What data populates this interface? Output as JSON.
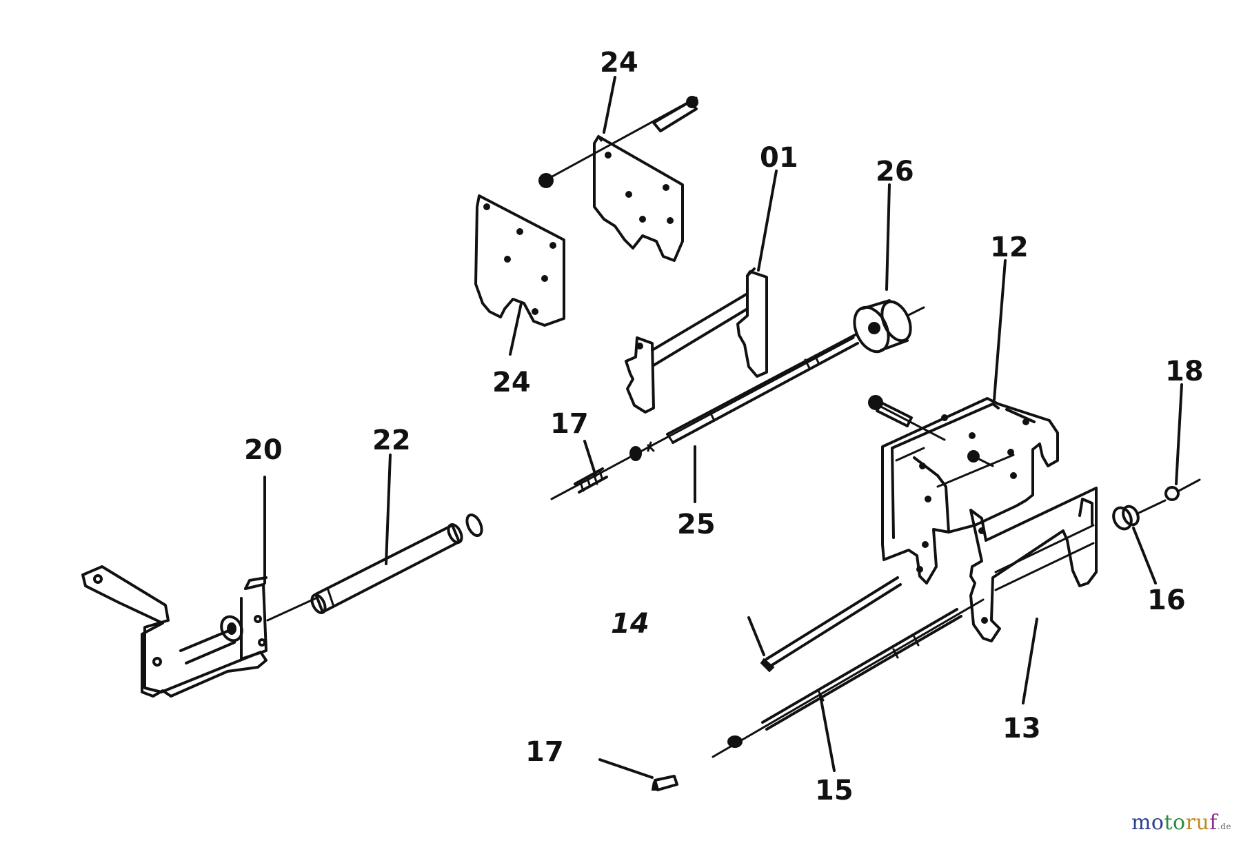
{
  "callouts": {
    "c24a": "24",
    "c24b": "24",
    "c01": "01",
    "c26": "26",
    "c12": "12",
    "c18": "18",
    "c17a": "17",
    "c25": "25",
    "c20": "20",
    "c22": "22",
    "c14": "14",
    "c16": "16",
    "c13": "13",
    "c17b": "17",
    "c15": "15"
  },
  "watermark": {
    "main": "motoruf",
    "tld": ".de"
  },
  "colors": {
    "line": "#111111",
    "background": "#ffffff",
    "watermark_blue": "#2b3f8f",
    "watermark_green": "#2a8a3a",
    "watermark_orange": "#c28a1e",
    "watermark_purple": "#8c2f8a"
  }
}
